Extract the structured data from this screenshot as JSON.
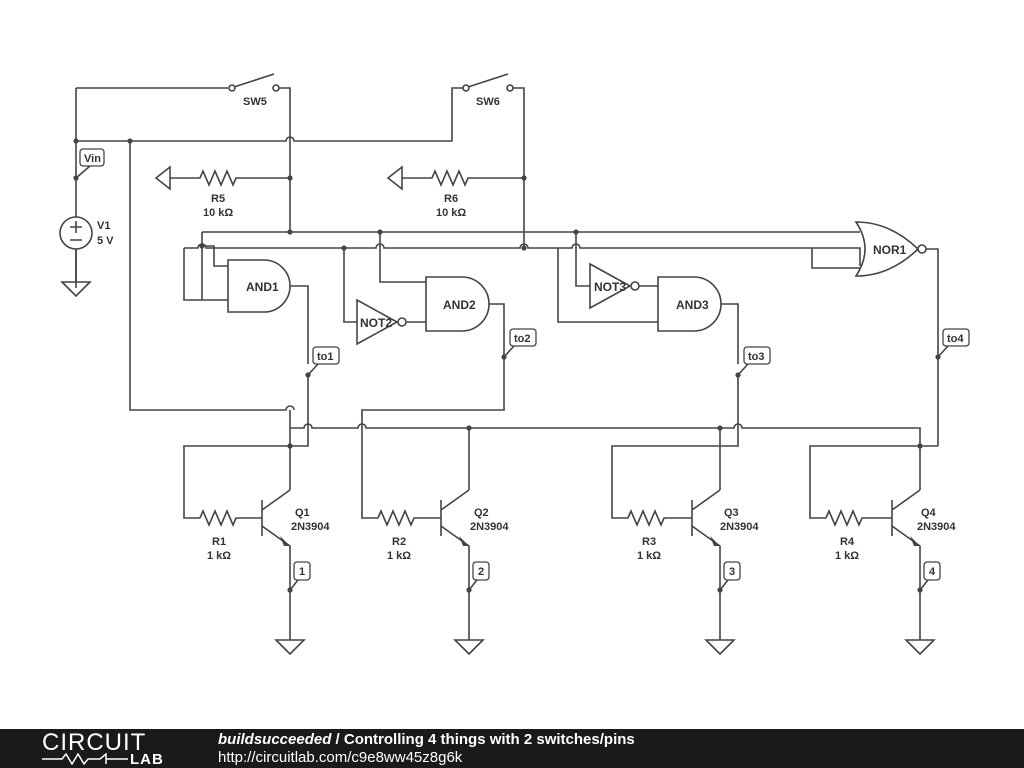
{
  "components": {
    "sw5": "SW5",
    "sw6": "SW6",
    "vin": "Vin",
    "v1_name": "V1",
    "v1_value": "5 V",
    "r5_name": "R5",
    "r5_value": "10 kΩ",
    "r6_name": "R6",
    "r6_value": "10 kΩ",
    "nor1": "NOR1",
    "and1": "AND1",
    "and2": "AND2",
    "and3": "AND3",
    "not2": "NOT2",
    "not3": "NOT3",
    "to1": "to1",
    "to2": "to2",
    "to3": "to3",
    "to4": "to4",
    "q1_name": "Q1",
    "q1_part": "2N3904",
    "q2_name": "Q2",
    "q2_part": "2N3904",
    "q3_name": "Q3",
    "q3_part": "2N3904",
    "q4_name": "Q4",
    "q4_part": "2N3904",
    "r1_name": "R1",
    "r1_value": "1 kΩ",
    "r2_name": "R2",
    "r2_value": "1 kΩ",
    "r3_name": "R3",
    "r3_value": "1 kΩ",
    "r4_name": "R4",
    "r4_value": "1 kΩ",
    "out1": "1",
    "out2": "2",
    "out3": "3",
    "out4": "4"
  },
  "footer": {
    "brand_top": "CIRCUIT",
    "brand_bottom": "LAB",
    "author": "buildsucceeded",
    "separator": " / ",
    "title": "Controlling 4 things with 2 switches/pins",
    "url": "http://circuitlab.com/c9e8ww45z8g6k"
  },
  "colors": {
    "wire": "#444444",
    "footer_bg": "#1a1a1a",
    "footer_text": "#ffffff"
  }
}
